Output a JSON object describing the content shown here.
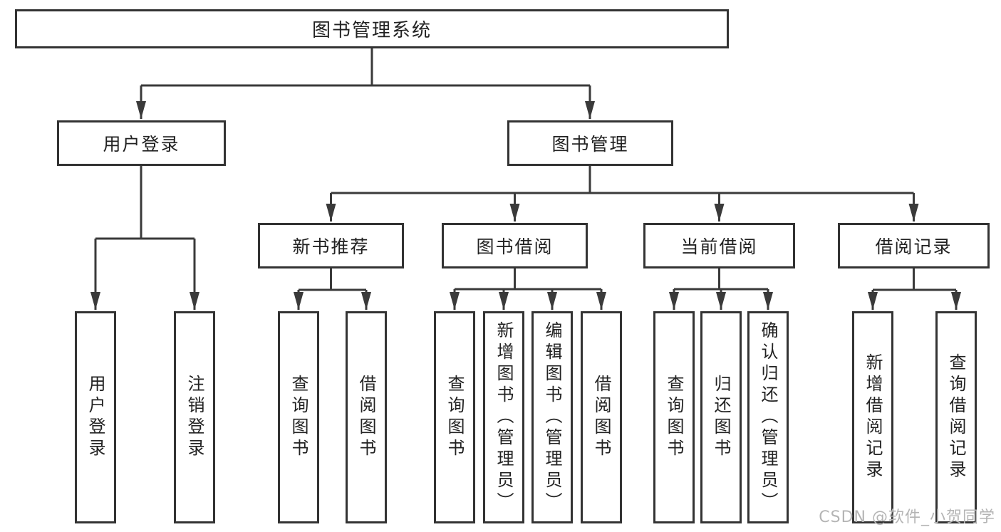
{
  "tree": {
    "label": "图书管理系统",
    "children": [
      {
        "label": "用户登录",
        "children": [
          {
            "label": "用户登录"
          },
          {
            "label": "注销登录"
          }
        ]
      },
      {
        "label": "图书管理",
        "children": [
          {
            "label": "新书推荐",
            "children": [
              {
                "label": "查询图书"
              },
              {
                "label": "借阅图书"
              }
            ]
          },
          {
            "label": "图书借阅",
            "children": [
              {
                "label": "查询图书"
              },
              {
                "label": "新增图书（管理员）"
              },
              {
                "label": "编辑图书（管理员）"
              },
              {
                "label": "借阅图书"
              }
            ]
          },
          {
            "label": "当前借阅",
            "children": [
              {
                "label": "查询图书"
              },
              {
                "label": "归还图书"
              },
              {
                "label": "确认归还（管理员）"
              }
            ]
          },
          {
            "label": "借阅记录",
            "children": [
              {
                "label": "新增借阅记录"
              },
              {
                "label": "查询借阅记录"
              }
            ]
          }
        ]
      }
    ]
  },
  "watermark": {
    "text": "CSDN @软件_小贺同学"
  },
  "colors": {
    "line": "#3a3a3a",
    "box_border": "#333333",
    "text": "#222222",
    "watermark": "#b4b4b4",
    "background": "#ffffff"
  }
}
